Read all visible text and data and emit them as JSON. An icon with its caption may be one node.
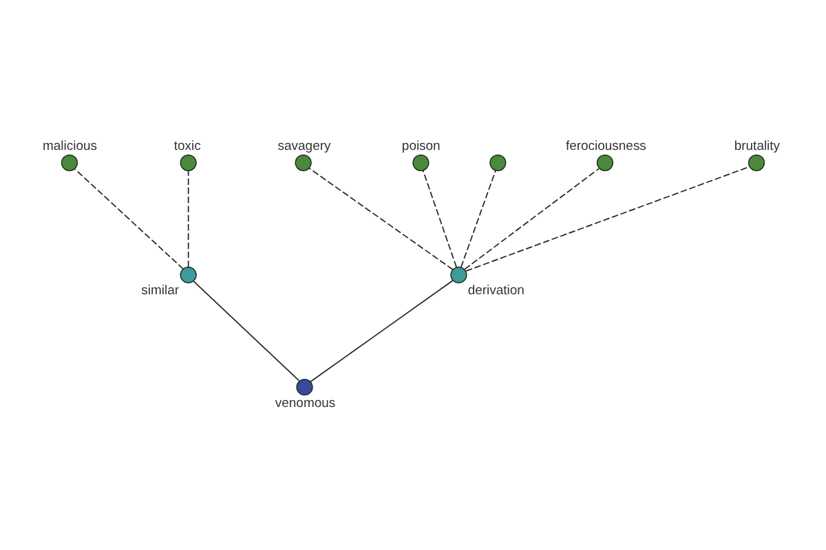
{
  "diagram": {
    "nodes": [
      {
        "text": [
          "venomous"
        ]
      },
      {
        "text": [
          "similar"
        ]
      },
      {
        "text": [
          "derivation"
        ]
      },
      {
        "text": [
          "malicious"
        ]
      },
      {
        "text": [
          "toxic"
        ]
      },
      {
        "text": [
          "savagery"
        ]
      },
      {
        "text": [
          "poison"
        ]
      },
      {
        "text": [],
        "shape": "circle"
      },
      {
        "text": [
          "ferociousness"
        ]
      },
      {
        "text": [
          "brutality"
        ]
      }
    ],
    "edges": [
      {
        "from": 0,
        "to": 1,
        "arrow": "none"
      },
      {
        "from": 0,
        "to": 2,
        "arrow": "none"
      },
      {
        "from": 1,
        "to": 3,
        "arrow": "none",
        "style": "dashed"
      },
      {
        "from": 1,
        "to": 4,
        "arrow": "none",
        "style": "dashed"
      },
      {
        "from": 2,
        "to": 5,
        "arrow": "none",
        "style": "dashed"
      },
      {
        "from": 2,
        "to": 6,
        "arrow": "none",
        "style": "dashed"
      },
      {
        "from": 2,
        "to": 7,
        "arrow": "none",
        "style": "dashed"
      },
      {
        "from": 2,
        "to": 8,
        "arrow": "none",
        "style": "dashed"
      },
      {
        "from": 2,
        "to": 9,
        "arrow": "none",
        "style": "dashed"
      }
    ]
  }
}
